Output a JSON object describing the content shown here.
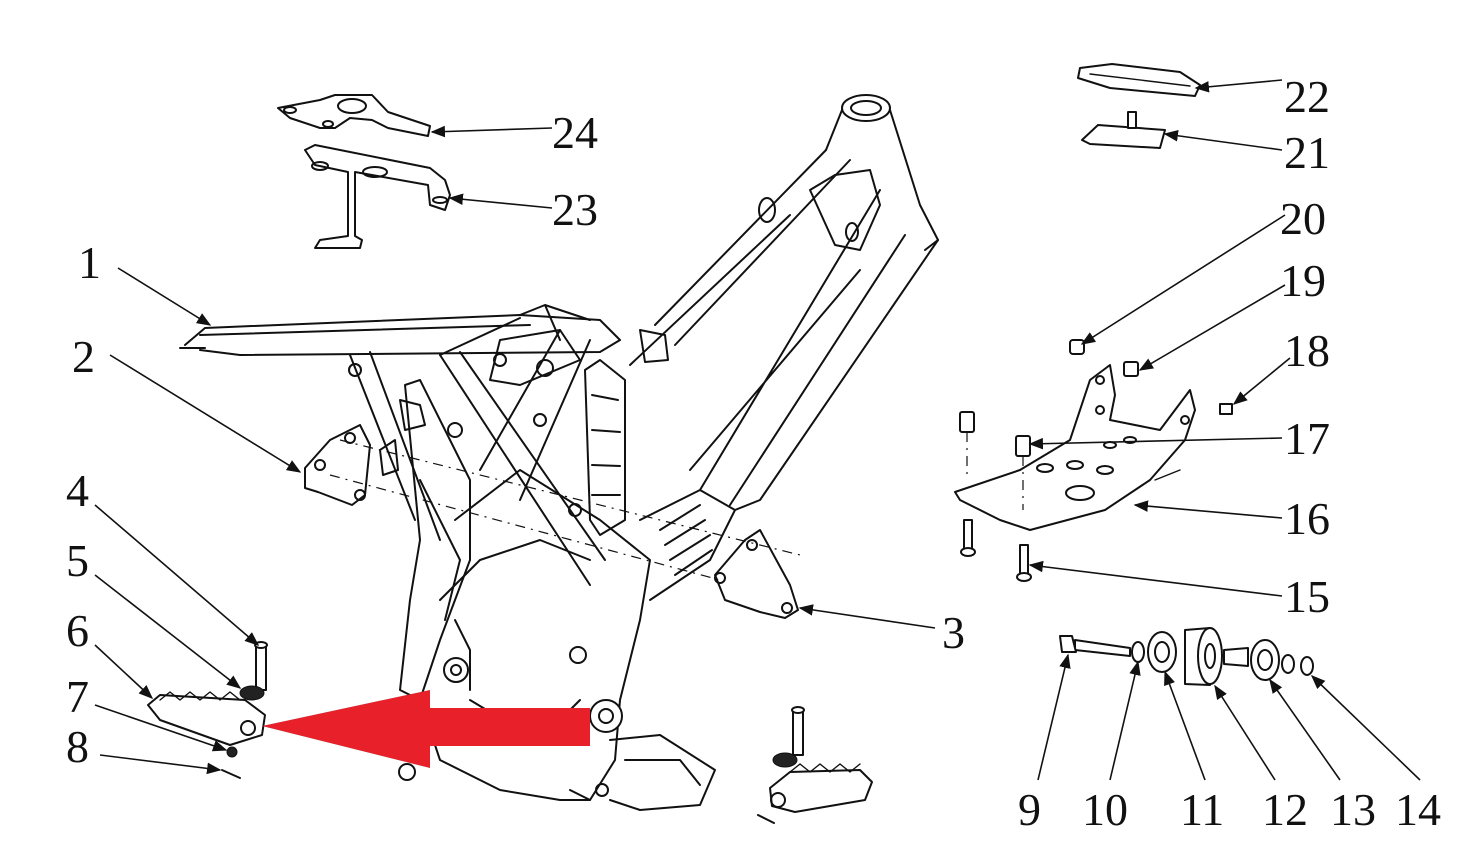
{
  "labels": {
    "l1": "1",
    "l2": "2",
    "l3": "3",
    "l4": "4",
    "l5": "5",
    "l6": "6",
    "l7": "7",
    "l8": "8",
    "l9": "9",
    "l10": "10",
    "l11": "11",
    "l12": "12",
    "l13": "13",
    "l14": "14",
    "l15": "15",
    "l16": "16",
    "l17": "17",
    "l18": "18",
    "l19": "19",
    "l20": "20",
    "l21": "21",
    "l22": "22",
    "l23": "23",
    "l24": "24"
  },
  "colors": {
    "line": "#111111",
    "arrow": "#e8202a",
    "background": "#ffffff"
  }
}
